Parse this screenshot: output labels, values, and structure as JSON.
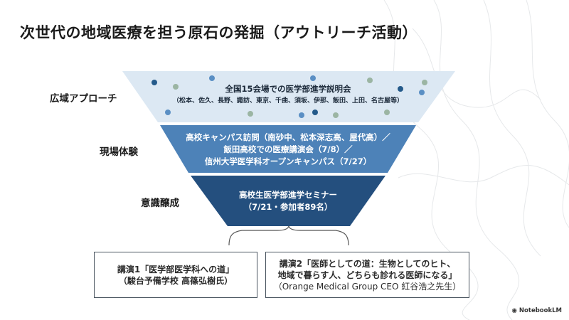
{
  "title": "次世代の地域医療を担う原石の発掘（アウトリーチ活動）",
  "levels": [
    {
      "label": "広域アプローチ",
      "line1": "全国15会場での医学部進学説明会",
      "line2": "（松本、佐久、長野、諏訪、東京、千曲、須坂、伊那、飯田、上田、名古屋等）"
    },
    {
      "label": "現場体験",
      "line1": "高校キャンパス訪問（南砂中、松本深志高、屋代高）／",
      "line2": "飯田高校での医療講演会（7/8）／",
      "line3": "信州大学医学科オープンキャンパス（7/27）"
    },
    {
      "label": "意識醸成",
      "line1": "高校生医学部進学セミナー",
      "line2": "（7/21・参加者89名）"
    }
  ],
  "lectures": [
    {
      "line1": "講演1「医学部医学科への道」",
      "line2": "（駿台予備学校 高篠弘樹氏）"
    },
    {
      "line1": "講演2「医師としての道：生物としてのヒト、",
      "line2": "地域で暮らす人、どちらも診れる医師になる」",
      "line3": "（Orange Medical Group CEO 紅谷浩之先生）"
    }
  ],
  "logo": "NotebookLM",
  "colors": {
    "level1": "#dce8f3",
    "level2": "#4d82b8",
    "level3": "#244f7e",
    "dot_dark": "#245a8a",
    "dot_mid": "#5a8fc4",
    "dot_green": "#9bb5a3"
  }
}
